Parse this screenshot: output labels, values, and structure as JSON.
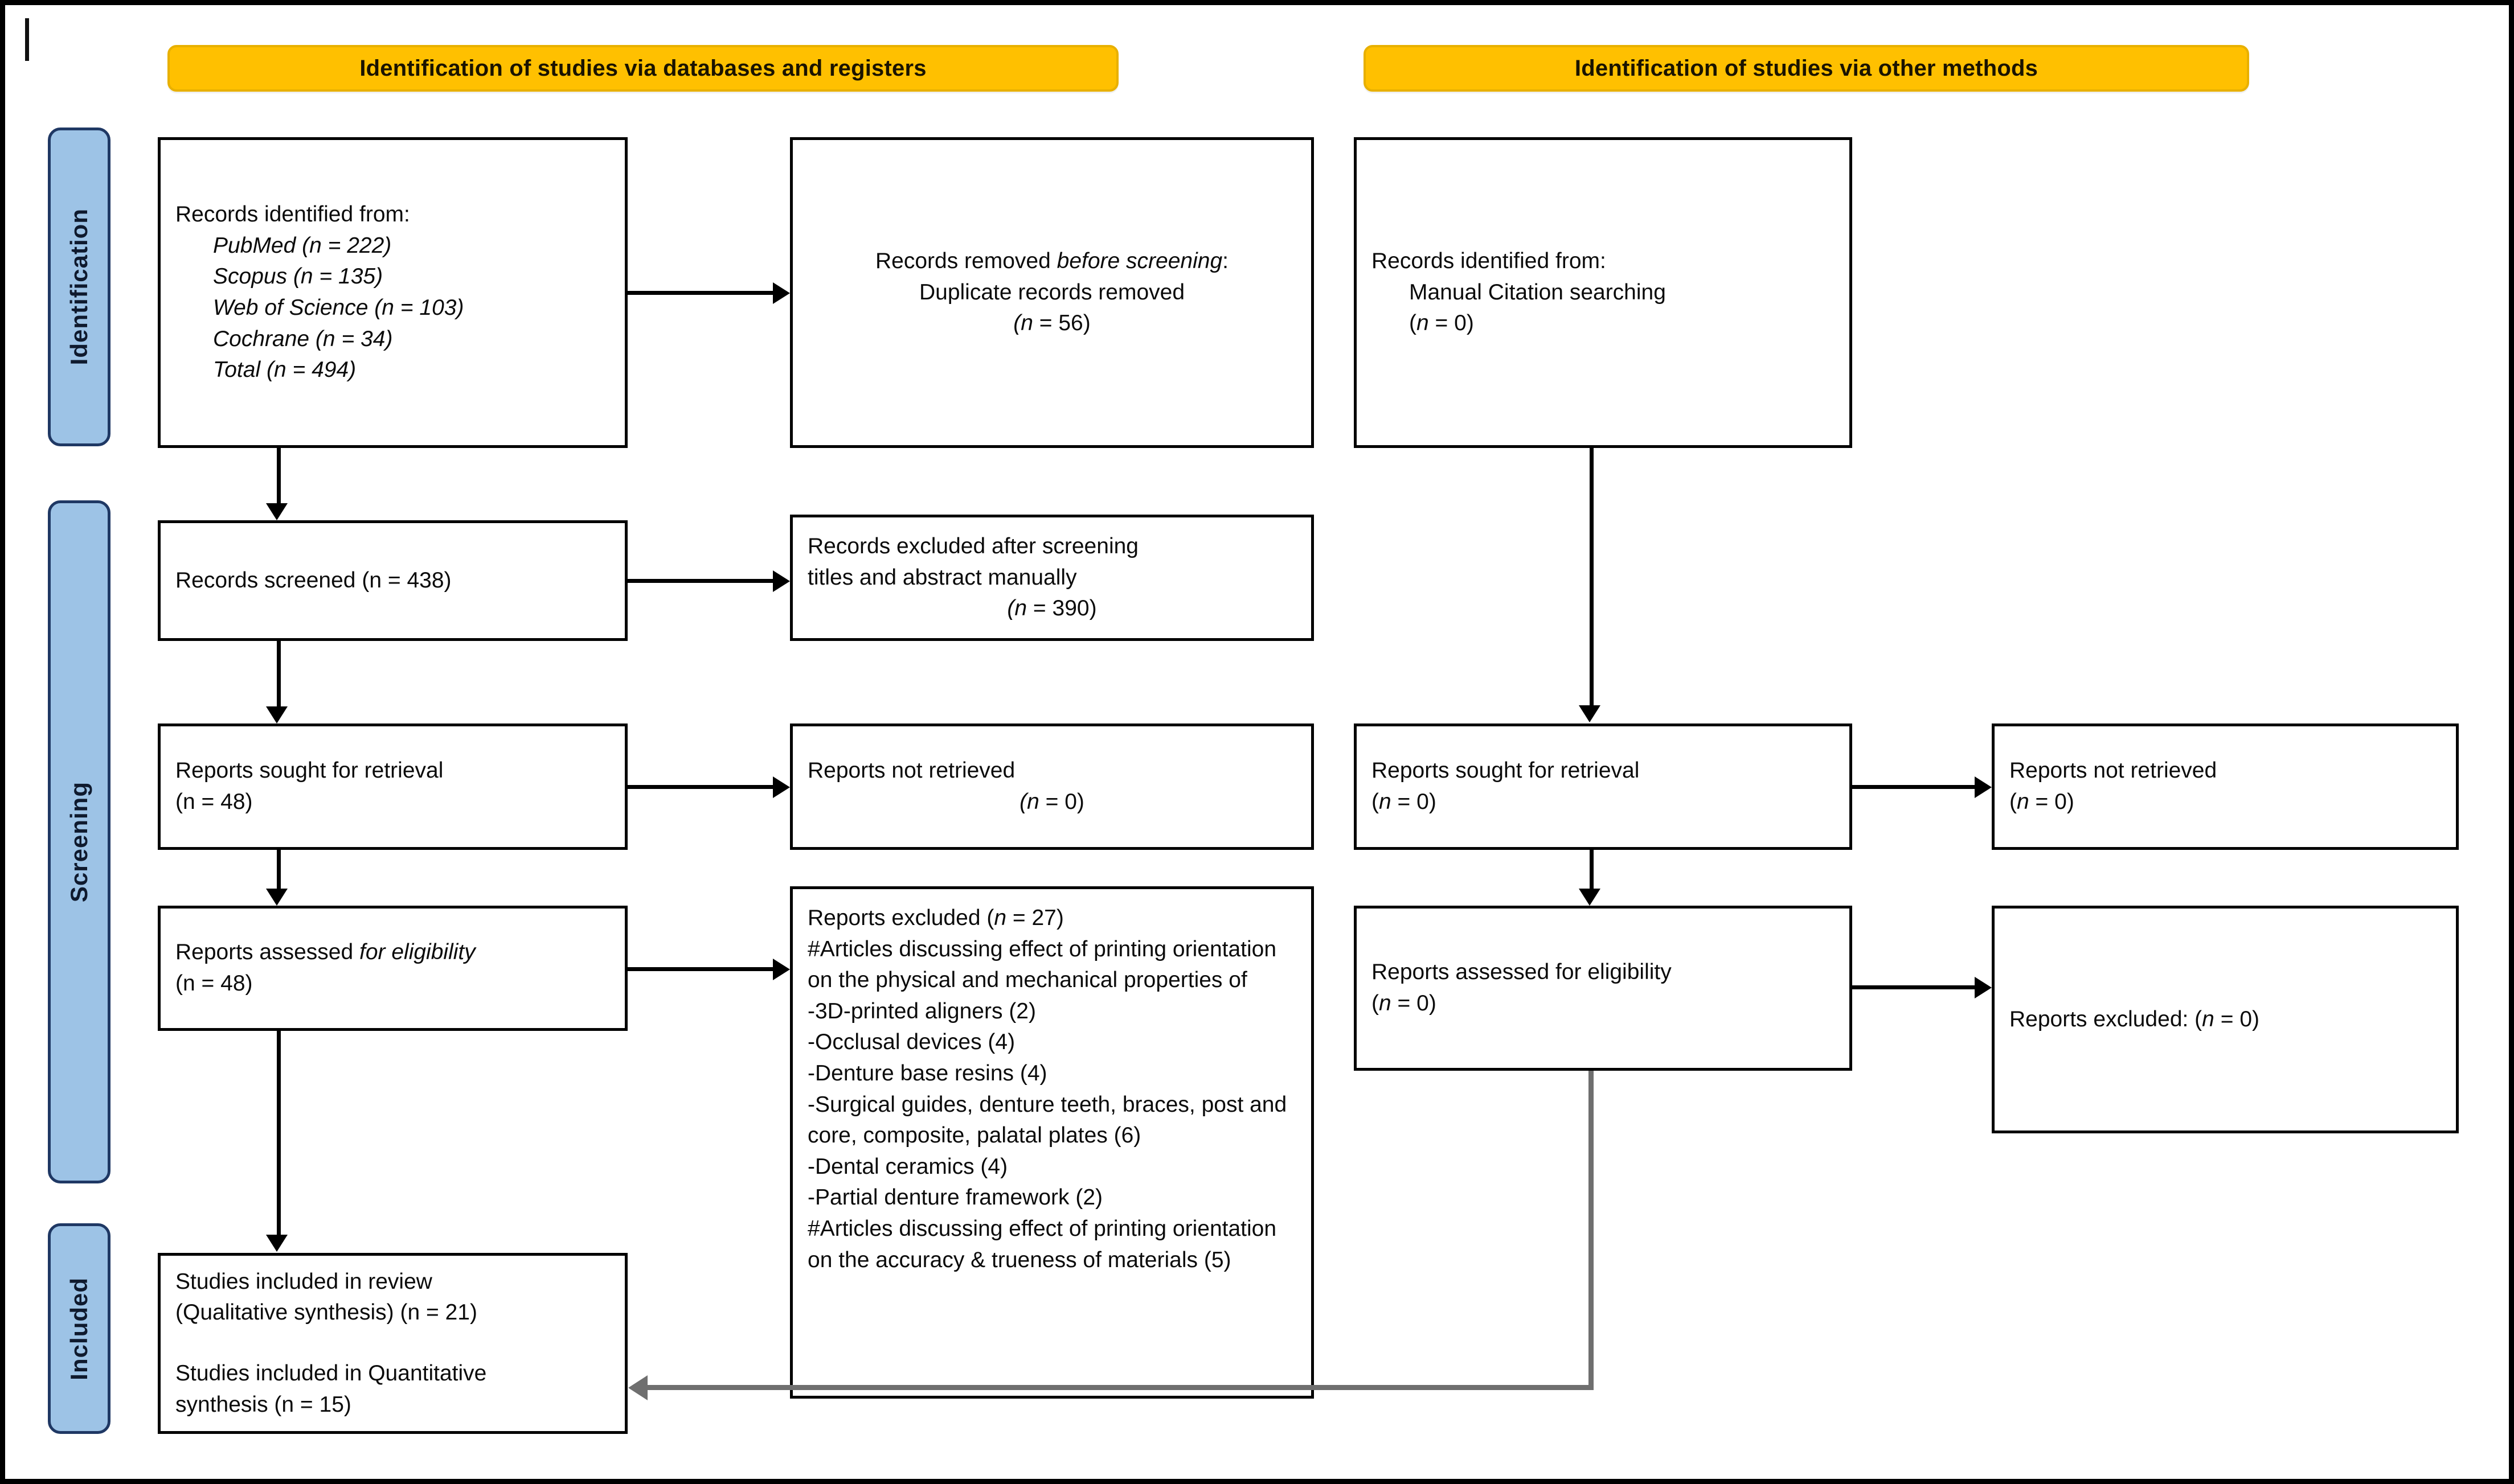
{
  "diagram": {
    "title": "PRISMA 2020 flow diagram",
    "colors": {
      "banner_fill": "#FFC000",
      "stage_fill": "#9DC3E6",
      "stage_border": "#1F3864",
      "box_border": "#000000",
      "connector": "#000000",
      "connector_grey": "#6F6F6F"
    }
  },
  "banners": {
    "databases": "Identification of studies via databases and registers",
    "other_methods": "Identification of studies via other methods"
  },
  "stages": {
    "identification": "Identification",
    "screening": "Screening",
    "included": "Included"
  },
  "left_column": {
    "identified": {
      "heading": "Records identified from:",
      "sources": [
        "PubMed (n = 222)",
        "Scopus (n = 135)",
        "Web of Science (n = 103)",
        "Cochrane (n = 34)",
        "Total (n = 494)"
      ]
    },
    "screened": {
      "line": "Records screened (n = 438)"
    },
    "sought": {
      "line1": "Reports sought for retrieval",
      "line2": "(n = 48)"
    },
    "assessed": {
      "line1": "Reports assessed for eligibility",
      "line2": "(n = 48)"
    },
    "included": {
      "line1": "Studies included in review",
      "line2": "(Qualitative synthesis) (n = 21)",
      "line3": "Studies included in Quantitative",
      "line4": "synthesis (n = 15)"
    }
  },
  "right_of_left_column": {
    "removed": {
      "line1": "Records removed before screening:",
      "line2": "Duplicate records removed",
      "line3": "(n = 56)"
    },
    "excluded_screening": {
      "line1": "Records excluded after screening",
      "line2": "titles and abstract manually",
      "line3": "(n = 390)"
    },
    "not_retrieved": {
      "line1": "Reports not retrieved",
      "line2": "(n = 0)"
    },
    "excluded_reports": {
      "heading": "Reports excluded (n = 27)",
      "group1_intro": "#Articles discussing effect of printing orientation on the physical and mechanical properties of",
      "group1_items": [
        "-3D-printed aligners (2)",
        "-Occlusal devices (4)",
        "-Denture base resins (4)",
        "-Surgical guides, denture teeth, braces, post and core, composite, palatal plates (6)",
        "-Dental ceramics (4)",
        "-Partial denture framework (2)"
      ],
      "group2_intro": "#Articles discussing effect of printing orientation on the accuracy & trueness of materials (5)"
    }
  },
  "right_column": {
    "identified": {
      "heading": "Records identified from:",
      "source": "Manual Citation searching",
      "count": "(n = 0)"
    },
    "sought": {
      "line1": "Reports sought for retrieval",
      "line2": "(n = 0)"
    },
    "not_retrieved": {
      "line1": "Reports not retrieved",
      "line2": "(n = 0)"
    },
    "assessed": {
      "line1": "Reports assessed for eligibility",
      "line2": "(n = 0)"
    },
    "excluded": {
      "line1": "Reports excluded: (n = 0)"
    }
  }
}
